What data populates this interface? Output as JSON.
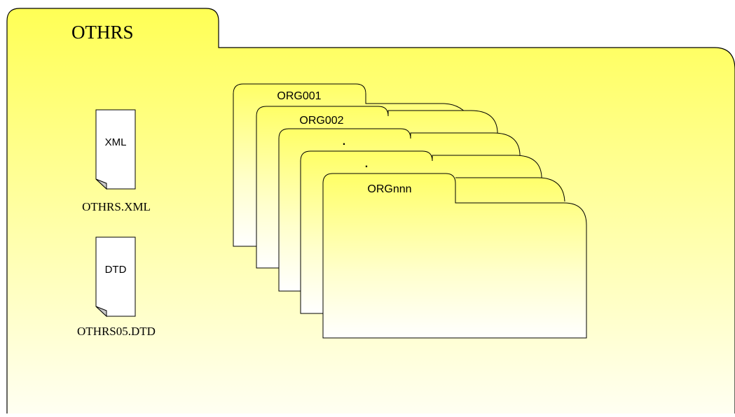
{
  "main_folder": {
    "tab_label": "OTHRS"
  },
  "files": [
    {
      "icon_text": "XML",
      "caption": "OTHRS.XML"
    },
    {
      "icon_text": "DTD",
      "caption": "OTHRS05.DTD"
    }
  ],
  "sub_folders": [
    {
      "label": "ORG001"
    },
    {
      "label": "ORG002"
    },
    {
      "label": "."
    },
    {
      "label": "."
    },
    {
      "label": "ORGnnn"
    }
  ],
  "colors": {
    "folder_yellow": "#ffff66",
    "folder_fade": "#ffffee",
    "outline": "#000000",
    "page_fold": "#c8c8c8"
  }
}
